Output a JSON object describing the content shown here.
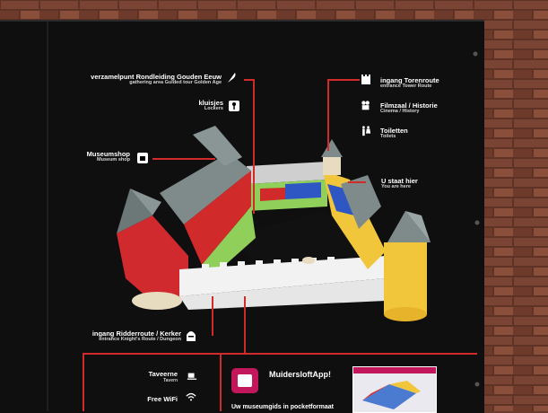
{
  "labels": {
    "gathering": {
      "title": "verzamelpunt Rondleiding Gouden Eeuw",
      "sub": "gathering area Guided tour Golden Age"
    },
    "lockers": {
      "title": "kluisjes",
      "sub": "Lockers"
    },
    "museumshop": {
      "title": "Museumshop",
      "sub": "Museum shop"
    },
    "knights": {
      "title": "ingang Ridderroute / Kerker",
      "sub": "entrance Knight's Route / Dungeon"
    },
    "tower": {
      "title": "ingang Torenroute",
      "sub": "entrance Tower Route"
    },
    "cinema": {
      "title": "Filmzaal / Historie",
      "sub": "Cinema / History"
    },
    "toilets": {
      "title": "Toiletten",
      "sub": "Toilets"
    },
    "youarehere": {
      "title": "U staat hier",
      "sub": "You are here"
    }
  },
  "services": {
    "taverne": {
      "title": "Taveerne",
      "sub": "Tavern"
    },
    "wifi": {
      "title": "Free WiFi"
    }
  },
  "app": {
    "title": "MuidersloftApp!",
    "sub": "Uw museumgids in pocketformaat"
  },
  "icons": {
    "gathering": "feather-icon",
    "lockers": "key-icon",
    "museumshop": "shop-icon",
    "knights": "helmet-icon",
    "tower": "tower-icon",
    "cinema": "camera-icon",
    "toilets": "toilet-icon",
    "taverne": "cup-icon",
    "wifi": "wifi-icon",
    "app": "app-logo-icon"
  },
  "colors": {
    "accent": "#d02a2a",
    "board": "#0f0f10",
    "brick": "#6a3b2e"
  }
}
